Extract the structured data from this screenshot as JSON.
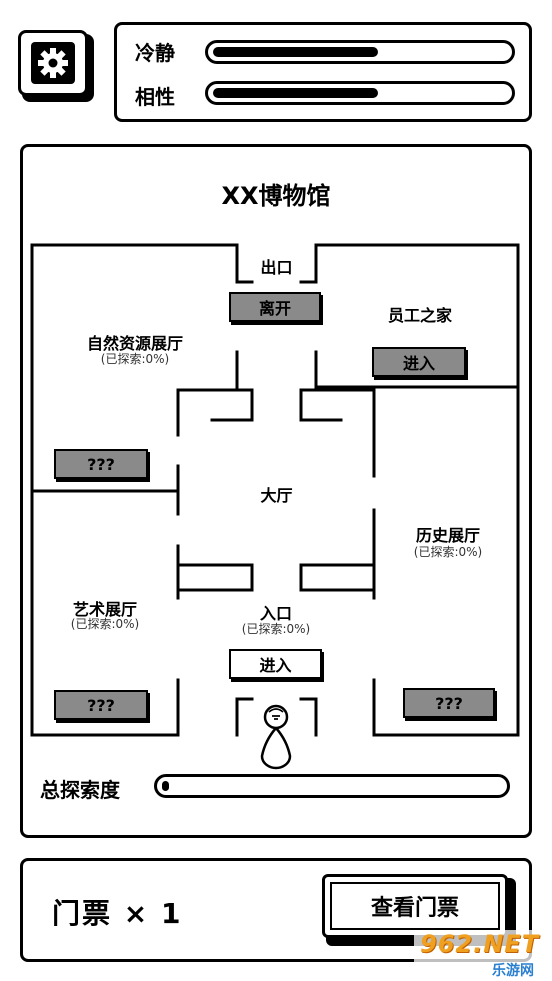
{
  "settings": {
    "icon": "gear-icon"
  },
  "stats": [
    {
      "label": "冷静",
      "progress": 0.56
    },
    {
      "label": "相性",
      "progress": 0.56
    }
  ],
  "museum": {
    "title": "XX博物馆",
    "rooms": {
      "exit": {
        "name": "出口",
        "button": "离开"
      },
      "staff": {
        "name": "员工之家",
        "button": "进入"
      },
      "nature": {
        "name": "自然资源展厅",
        "explored": "(已探索:0%)",
        "button": "???"
      },
      "hall": {
        "name": "大厅"
      },
      "history": {
        "name": "历史展厅",
        "explored": "(已探索:0%)",
        "button": "???"
      },
      "art": {
        "name": "艺术展厅",
        "explored": "(已探索:0%)",
        "button": "???"
      },
      "entrance": {
        "name": "入口",
        "explored": "(已探索:0%)",
        "button": "进入"
      }
    },
    "player_icon": "character-icon",
    "total_label": "总探索度",
    "total_progress": 0.02
  },
  "footer": {
    "ticket_text": "门票 × 1",
    "view_button": "查看门票"
  },
  "watermark": {
    "brand": "962.NET",
    "sub": "乐游网"
  }
}
